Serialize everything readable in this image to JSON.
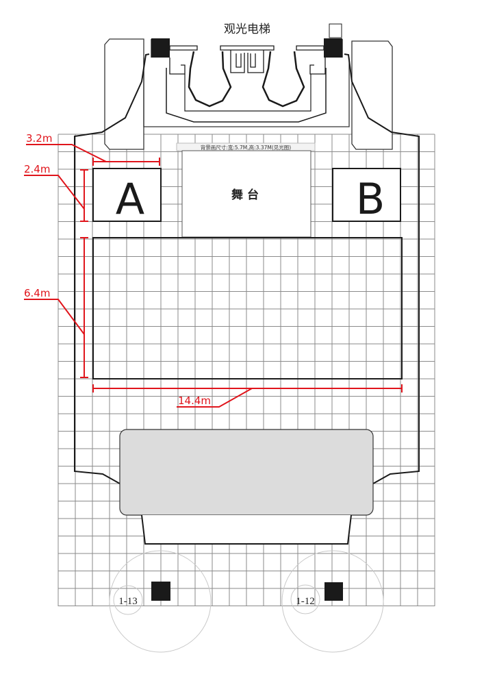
{
  "elevator_label": "观光电梯",
  "backdrop_note": "背景画尺寸:宽:5.7M,高:3.37M(见光图)",
  "stage_label": "舞        台",
  "zone_a_label": "A",
  "zone_b_label": "B",
  "dimensions": {
    "zone_width": "3.2m",
    "zone_height": "2.4m",
    "area_height": "6.4m",
    "area_width": "14.4m"
  },
  "columns": [
    "1-13",
    "1-12"
  ],
  "colors": {
    "dimension": "#e0141b",
    "line": "#1a1a1a",
    "grid": "#888888",
    "furniture": "#dcdcdc"
  }
}
